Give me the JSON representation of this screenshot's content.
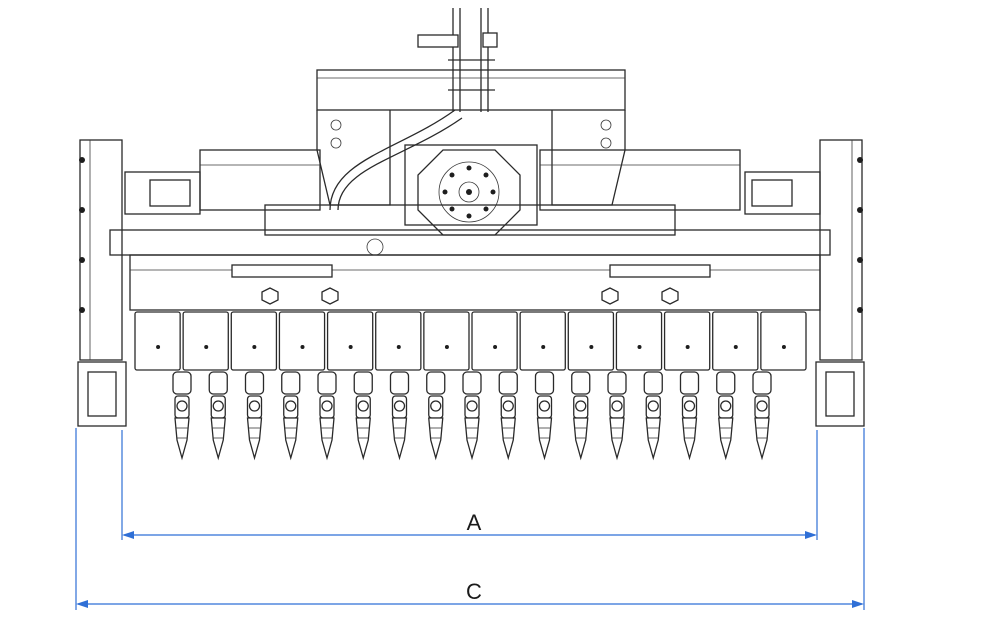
{
  "dimensions": {
    "a_label": "A",
    "c_label": "C",
    "line_color": "#2f6fd6"
  },
  "drawing": {
    "stroke_color": "#2a2a2a",
    "tine_count": 17,
    "shield_count": 14
  }
}
